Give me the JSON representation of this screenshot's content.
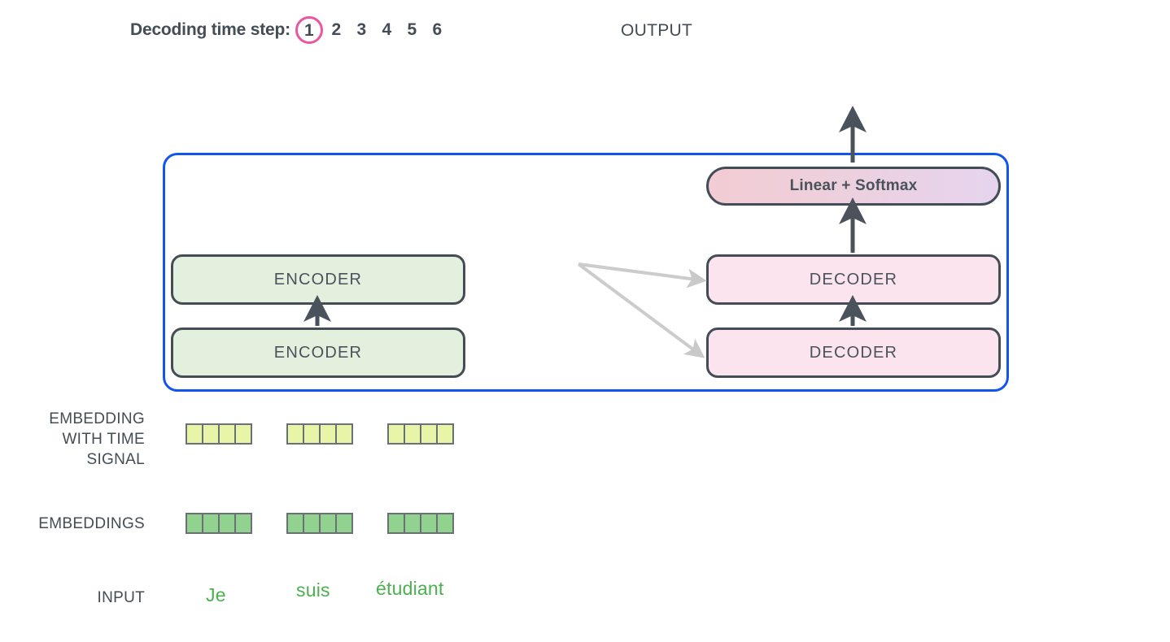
{
  "header": {
    "timestep_label": "Decoding time step:",
    "timesteps": [
      "1",
      "2",
      "3",
      "4",
      "5",
      "6"
    ],
    "active_timestep": "1",
    "output_label": "OUTPUT",
    "circle_color": "#e8579f",
    "text_color": "#444c56"
  },
  "model": {
    "container_border_color": "#1155ee",
    "encoders": [
      {
        "label": "ENCODER"
      },
      {
        "label": "ENCODER"
      }
    ],
    "decoders": [
      {
        "label": "DECODER"
      },
      {
        "label": "DECODER"
      }
    ],
    "softmax": {
      "label": "Linear + Softmax",
      "gradient_from": "#f3ccd4",
      "gradient_to": "#e6d4ef"
    },
    "encoder_fill": "#e2f0dd",
    "decoder_fill": "#fbe4ee",
    "block_border_color": "#444c56"
  },
  "rows": {
    "embedding_with_time_signal": {
      "label_lines": [
        "EMBEDDING",
        "WITH TIME",
        "SIGNAL"
      ],
      "cell_color": "#e8f5a8",
      "groups": [
        {
          "cells": 4
        },
        {
          "cells": 4
        },
        {
          "cells": 4
        }
      ]
    },
    "embeddings": {
      "label": "EMBEDDINGS",
      "cell_color": "#92d28f",
      "groups": [
        {
          "cells": 4
        },
        {
          "cells": 4
        },
        {
          "cells": 4
        }
      ]
    },
    "input": {
      "label": "INPUT",
      "word_color": "#4caf50",
      "words": [
        "Je",
        "suis",
        "étudiant"
      ]
    }
  },
  "arrows": {
    "cross_attention_color": "#cccccc",
    "flow_color": "#4a525c"
  }
}
